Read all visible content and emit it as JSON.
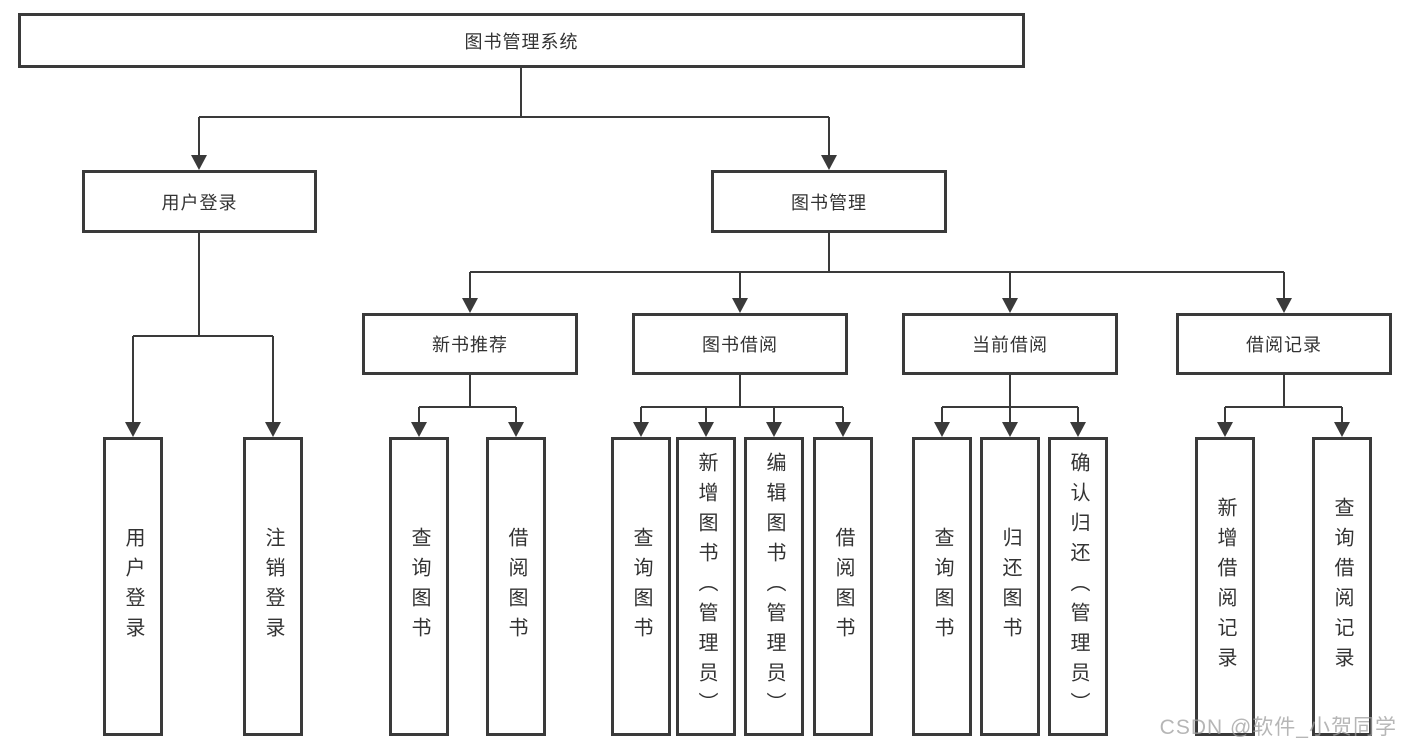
{
  "diagram": {
    "root": {
      "label": "图书管理系统"
    },
    "branches": [
      {
        "label": "用户登录",
        "children": [
          {
            "label": "用户登录"
          },
          {
            "label": "注销登录"
          }
        ]
      },
      {
        "label": "图书管理",
        "children": [
          {
            "label": "新书推荐",
            "children": [
              {
                "label": "查询图书"
              },
              {
                "label": "借阅图书"
              }
            ]
          },
          {
            "label": "图书借阅",
            "children": [
              {
                "label": "查询图书"
              },
              {
                "label": "新增图书（管理员）"
              },
              {
                "label": "编辑图书（管理员）"
              },
              {
                "label": "借阅图书"
              }
            ]
          },
          {
            "label": "当前借阅",
            "children": [
              {
                "label": "查询图书"
              },
              {
                "label": "归还图书"
              },
              {
                "label": "确认归还（管理员）"
              }
            ]
          },
          {
            "label": "借阅记录",
            "children": [
              {
                "label": "新增借阅记录"
              },
              {
                "label": "查询借阅记录"
              }
            ]
          }
        ]
      }
    ]
  },
  "watermark": {
    "text": "CSDN @软件_小贺同学"
  },
  "colors": {
    "line": "#3a3a3a",
    "text": "#333333",
    "box_background": "#ffffff",
    "watermark": "#9e9e9e"
  }
}
